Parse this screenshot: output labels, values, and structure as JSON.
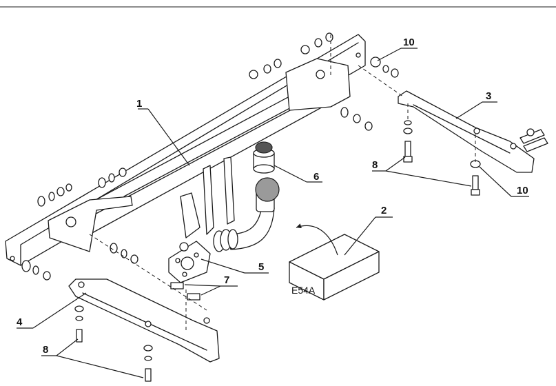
{
  "diagram": {
    "callouts": {
      "c1": "1",
      "c2": "2",
      "c3": "3",
      "c4": "4",
      "c5": "5",
      "c6": "6",
      "c7": "7",
      "c8a": "8",
      "c8b": "8",
      "c10a": "10",
      "c10b": "10"
    },
    "box_code": "E54A"
  }
}
